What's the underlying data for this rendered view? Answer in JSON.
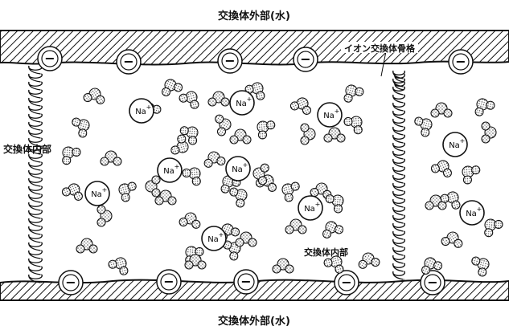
{
  "labels": {
    "top_outside": "交換体外部(水)",
    "bottom_outside": "交換体外部(水)",
    "interior_left": "交換体内部",
    "interior_center": "交換体内部",
    "skeleton": "イオン交換体骨格"
  },
  "ions": {
    "cation_symbol": "Na",
    "cation_charge": "+",
    "fixed_charge_symbol": "−"
  },
  "colors": {
    "ink": "#111111",
    "paper": "#ffffff",
    "stipple": "#555555"
  }
}
